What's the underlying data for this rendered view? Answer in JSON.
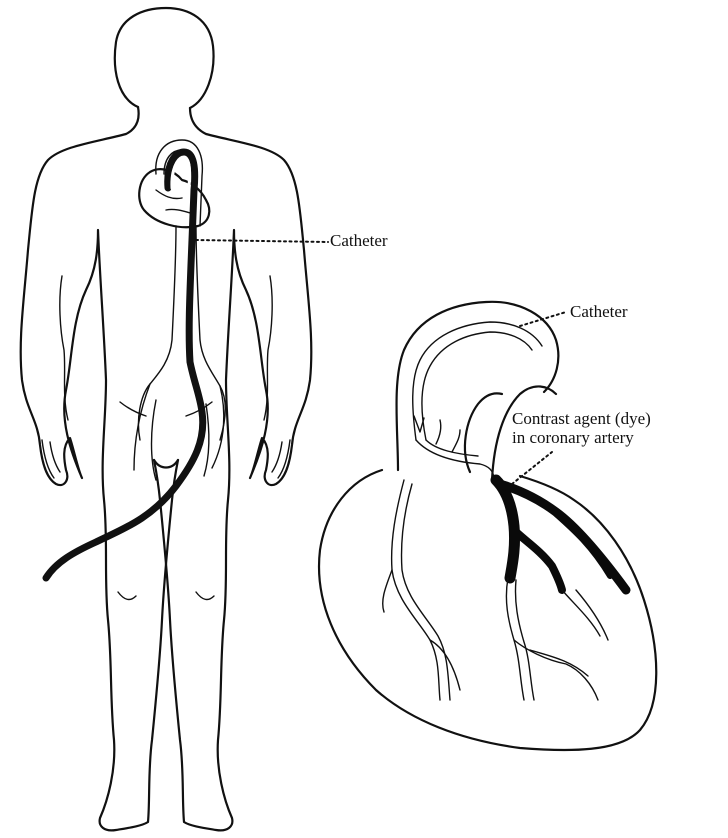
{
  "labels": {
    "catheter_body": "Catheter",
    "catheter_heart": "Catheter",
    "dye_line1": "Contrast agent (dye)",
    "dye_line2": "in coronary artery"
  }
}
